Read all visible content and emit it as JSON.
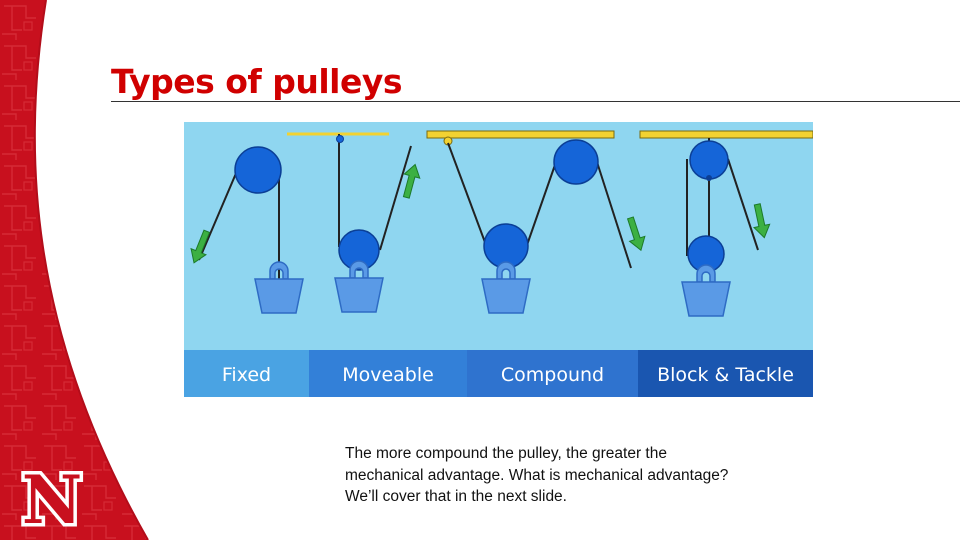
{
  "slide": {
    "title": "Types of pulleys",
    "caption_lines": [
      "The more compound the pulley, the greater the",
      "mechanical advantage.  What is mechanical advantage?",
      "We’ll cover that in the next slide."
    ]
  },
  "diagram": {
    "panels": [
      {
        "label": "Fixed",
        "band_color": "#4aa3e3"
      },
      {
        "label": "Moveable",
        "band_color": "#3380d8"
      },
      {
        "label": "Compound",
        "band_color": "#2f73cf"
      },
      {
        "label": "Block & Tackle",
        "band_color": "#1a56b0"
      }
    ]
  },
  "colors": {
    "title_red": "#d00000",
    "diagram_background": "#8fd6f0",
    "pulley_blue": "#1565d8",
    "bucket_blue": "#5a9ae6",
    "beam_yellow": "#f2d232",
    "arrow_green": "#3cb043",
    "sidebar_red": "#c8101e"
  },
  "logo": {
    "letter": "N"
  }
}
